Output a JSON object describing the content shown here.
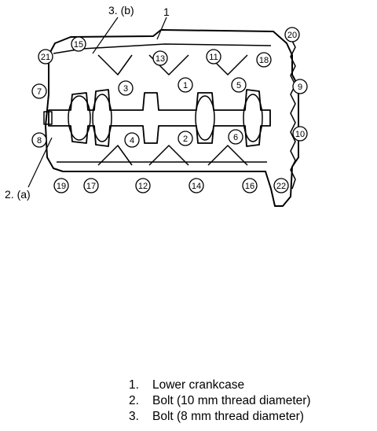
{
  "callouts": {
    "c1": "1",
    "c2": "2. (a)",
    "c3": "3. (b)"
  },
  "sequence_numbers": [
    "1",
    "2",
    "3",
    "4",
    "5",
    "6",
    "7",
    "8",
    "9",
    "10",
    "11",
    "12",
    "13",
    "14",
    "15",
    "16",
    "17",
    "18",
    "19",
    "20",
    "21",
    "22"
  ],
  "legend": [
    {
      "index": "1.",
      "text": "Lower crankcase"
    },
    {
      "index": "2.",
      "text": "Bolt (10 mm thread diameter)"
    },
    {
      "index": "3.",
      "text": "Bolt (8 mm thread diameter)"
    }
  ]
}
